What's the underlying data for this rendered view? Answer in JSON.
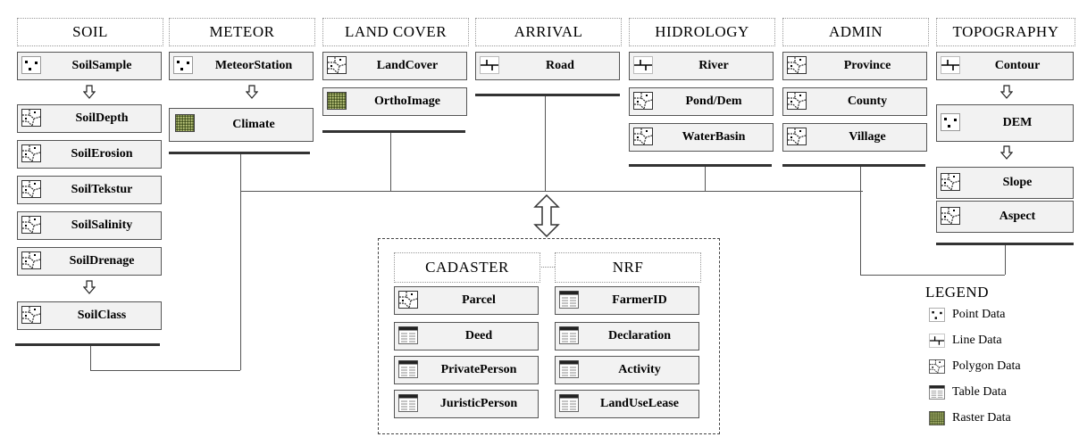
{
  "groups": {
    "soil": {
      "title": "SOIL",
      "items": [
        {
          "label": "SoilSample",
          "type": "point"
        },
        {
          "label": "SoilDepth",
          "type": "polygon"
        },
        {
          "label": "SoilErosion",
          "type": "polygon"
        },
        {
          "label": "SoilTekstur",
          "type": "polygon"
        },
        {
          "label": "SoilSalinity",
          "type": "polygon"
        },
        {
          "label": "SoilDrenage",
          "type": "polygon"
        },
        {
          "label": "SoilClass",
          "type": "polygon"
        }
      ]
    },
    "meteor": {
      "title": "METEOR",
      "items": [
        {
          "label": "MeteorStation",
          "type": "point"
        },
        {
          "label": "Climate",
          "type": "raster"
        }
      ]
    },
    "landcover": {
      "title": "LAND COVER",
      "items": [
        {
          "label": "LandCover",
          "type": "polygon"
        },
        {
          "label": "OrthoImage",
          "type": "raster"
        }
      ]
    },
    "arrival": {
      "title": "ARRIVAL",
      "items": [
        {
          "label": "Road",
          "type": "line"
        }
      ]
    },
    "hidrology": {
      "title": "HIDROLOGY",
      "items": [
        {
          "label": "River",
          "type": "line"
        },
        {
          "label": "Pond/Dem",
          "type": "polygon"
        },
        {
          "label": "WaterBasin",
          "type": "polygon"
        }
      ]
    },
    "admin": {
      "title": "ADMIN",
      "items": [
        {
          "label": "Province",
          "type": "polygon"
        },
        {
          "label": "County",
          "type": "polygon"
        },
        {
          "label": "Village",
          "type": "polygon"
        }
      ]
    },
    "topography": {
      "title": "TOPOGRAPHY",
      "items": [
        {
          "label": "Contour",
          "type": "line"
        },
        {
          "label": "DEM",
          "type": "point"
        },
        {
          "label": "Slope",
          "type": "polygon"
        },
        {
          "label": "Aspect",
          "type": "polygon"
        }
      ]
    },
    "cadaster": {
      "title": "CADASTER",
      "items": [
        {
          "label": "Parcel",
          "type": "polygon"
        },
        {
          "label": "Deed",
          "type": "table"
        },
        {
          "label": "PrivatePerson",
          "type": "table"
        },
        {
          "label": "JuristicPerson",
          "type": "table"
        }
      ]
    },
    "nrf": {
      "title": "NRF",
      "items": [
        {
          "label": "FarmerID",
          "type": "table"
        },
        {
          "label": "Declaration",
          "type": "table"
        },
        {
          "label": "Activity",
          "type": "table"
        },
        {
          "label": "LandUseLease",
          "type": "table"
        }
      ]
    }
  },
  "legend": {
    "title": "LEGEND",
    "items": [
      {
        "label": "Point Data",
        "type": "point"
      },
      {
        "label": "Line Data",
        "type": "line"
      },
      {
        "label": "Polygon Data",
        "type": "polygon"
      },
      {
        "label": "Table Data",
        "type": "table"
      },
      {
        "label": "Raster Data",
        "type": "raster"
      }
    ]
  }
}
